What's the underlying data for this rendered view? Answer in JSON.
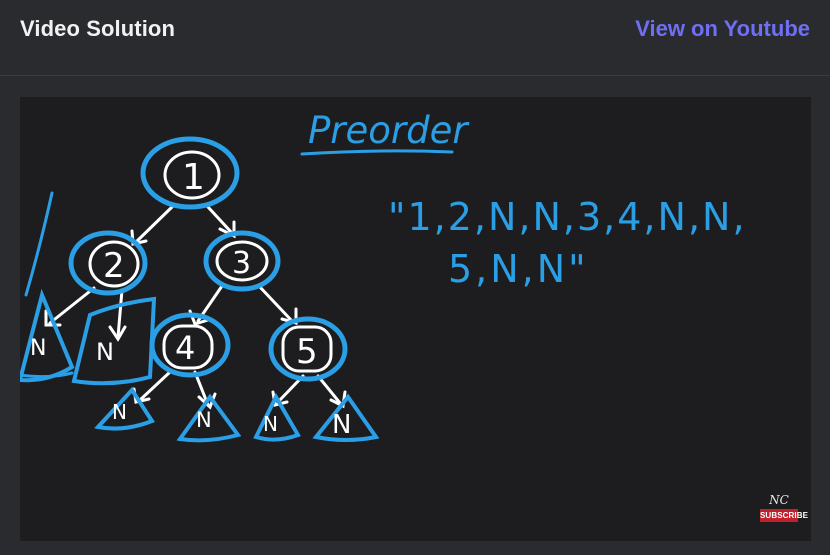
{
  "header": {
    "title": "Video Solution",
    "youtube_link": "View on Youtube"
  },
  "video": {
    "heading": "Preorder",
    "serialization_line1": "\"1,2,N,N,3,4,N,N,",
    "serialization_line2": "5,N,N\"",
    "tree_nodes": [
      "1",
      "2",
      "3",
      "4",
      "5"
    ],
    "null_marker": "N",
    "channel_logo": "NC",
    "subscribe_label": "SUBSCRIBE"
  },
  "colors": {
    "accent_link": "#6f6ff5",
    "pen_blue": "#2a9fe6",
    "pen_white": "#ffffff",
    "subscribe_red": "#c21f2a"
  }
}
